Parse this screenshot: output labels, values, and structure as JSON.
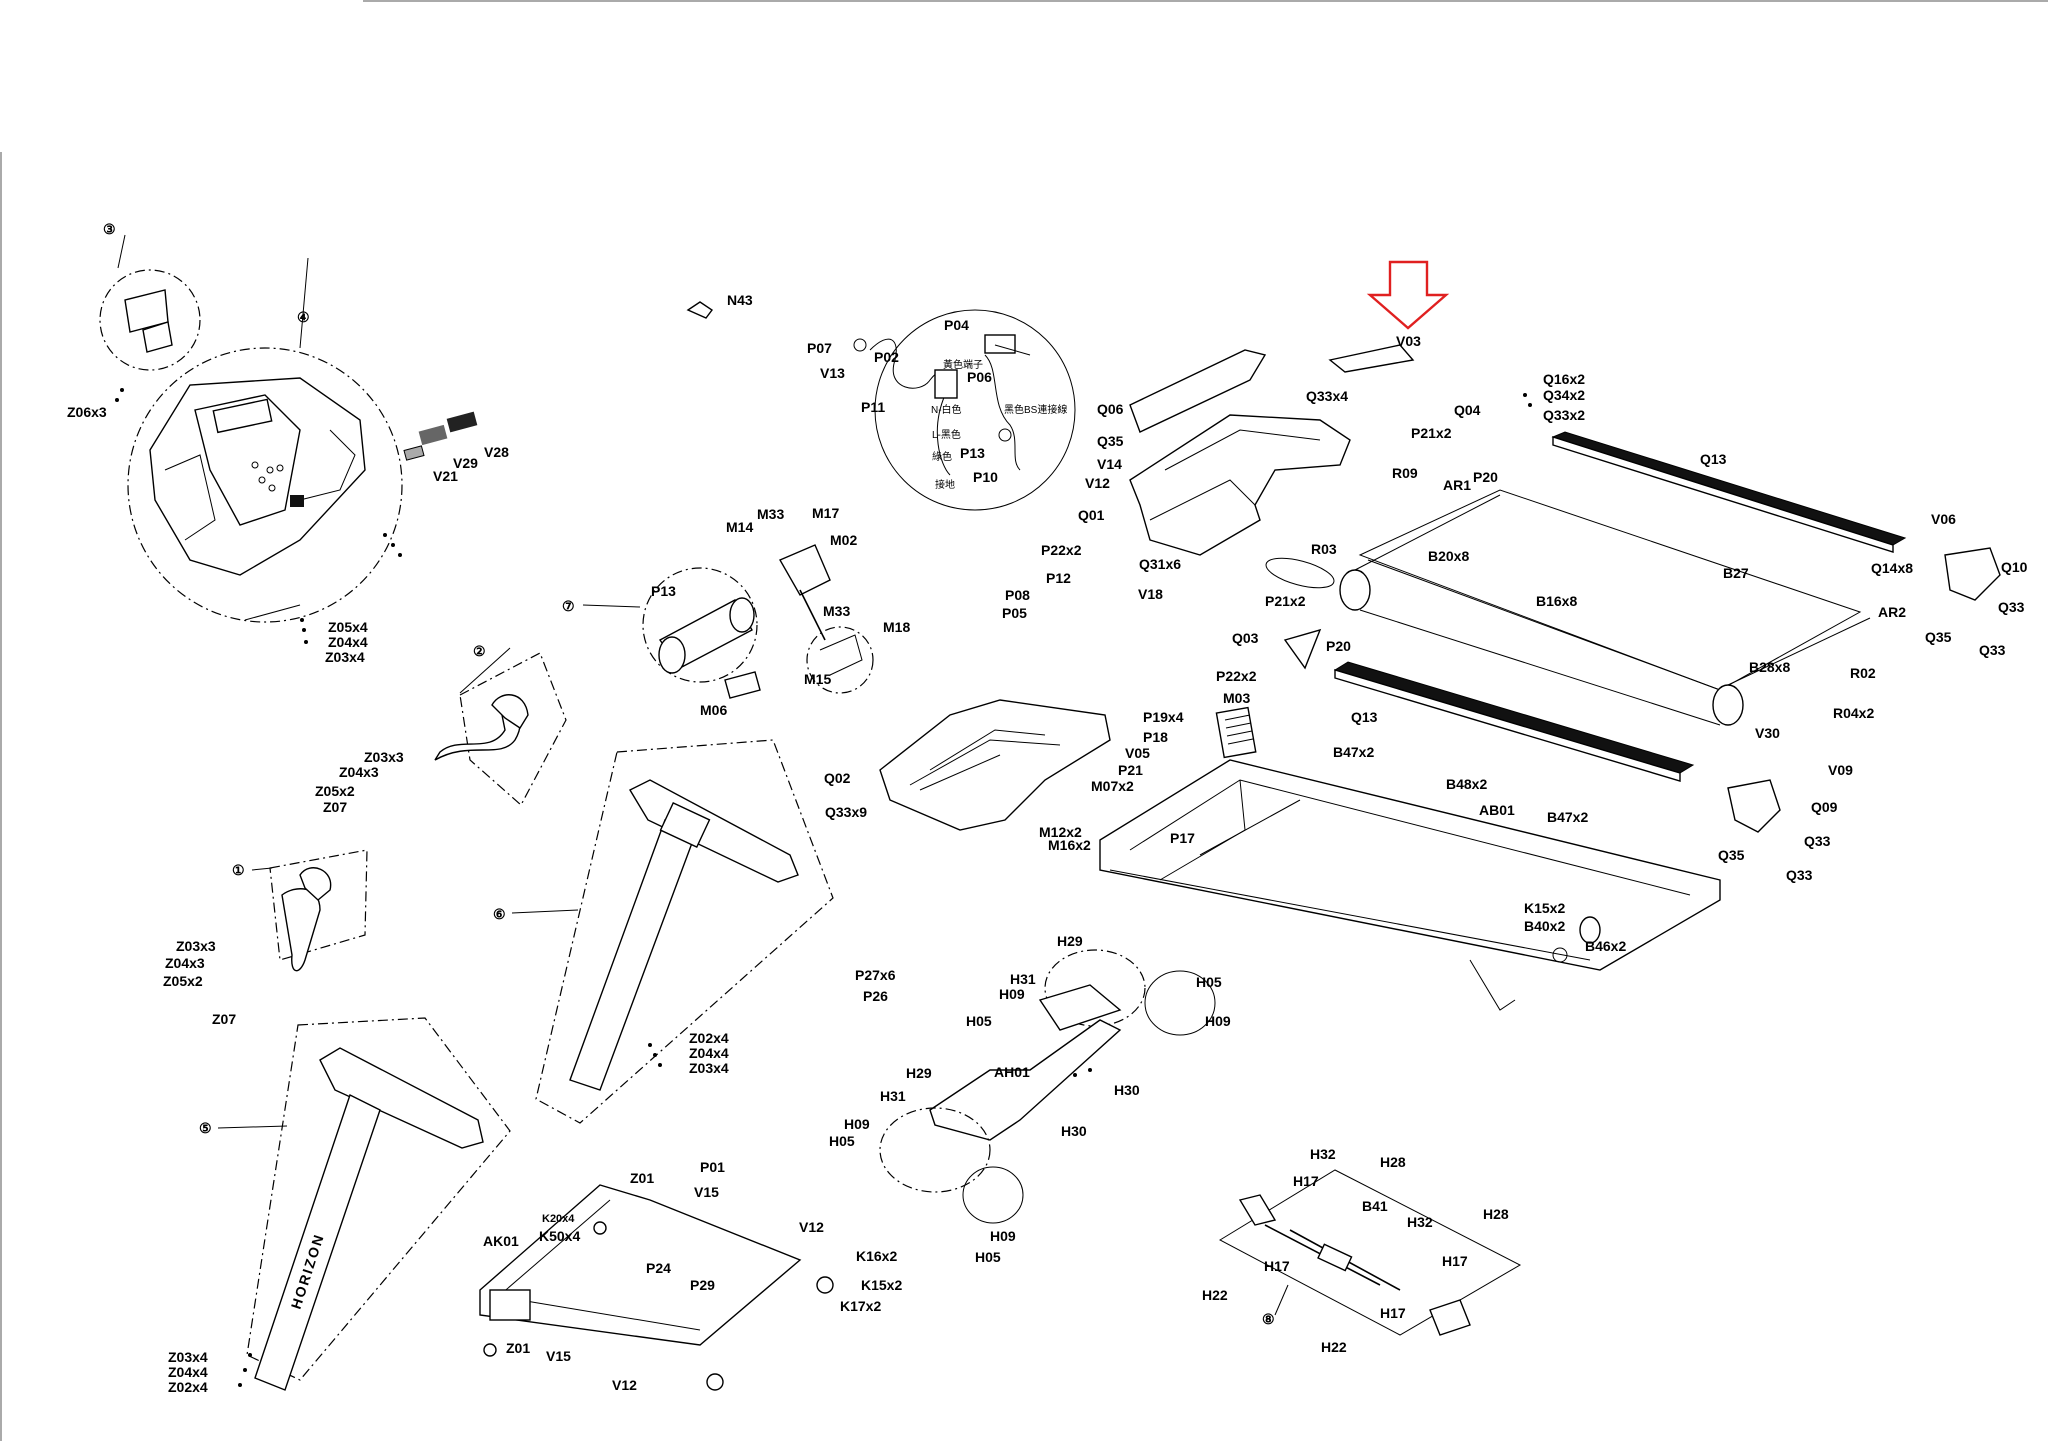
{
  "brand_text": "HORIZON",
  "assembly_numbers": [
    "①",
    "②",
    "③",
    "④",
    "⑤",
    "⑥",
    "⑦",
    "⑧"
  ],
  "part_labels": {
    "N43": "N43",
    "P04": "P04",
    "P07": "P07",
    "P02": "P02",
    "V13": "V13",
    "P06": "P06",
    "P11": "P11",
    "P13": "P13",
    "P10": "P10",
    "Z06x3": "Z06x3",
    "V28": "V28",
    "V29": "V29",
    "V21": "V21",
    "Z05x4": "Z05x4",
    "Z04x4": "Z04x4",
    "Z03x4": "Z03x4",
    "M33a": "M33",
    "M17": "M17",
    "M14": "M14",
    "M02": "M02",
    "M33b": "M33",
    "M18": "M18",
    "M15": "M15",
    "P13m": "P13",
    "M06": "M06",
    "Z03x3a": "Z03x3",
    "Z04x3a": "Z04x3",
    "Z05x2a": "Z05x2",
    "Z07a": "Z07",
    "Z03x3b": "Z03x3",
    "Z04x3b": "Z04x3",
    "Z05x2b": "Z05x2",
    "Z07b": "Z07",
    "Q06": "Q06",
    "Q35a": "Q35",
    "V14": "V14",
    "V12a": "V12",
    "Q01": "Q01",
    "Q31x6": "Q31x6",
    "Q33x4": "Q33x4",
    "V03": "V03",
    "Q16x2": "Q16x2",
    "Q34x2": "Q34x2",
    "Q04": "Q04",
    "Q33x2": "Q33x2",
    "P21x2a": "P21x2",
    "P20a": "P20",
    "R09": "R09",
    "AR1": "AR1",
    "Q13a": "Q13",
    "V06": "V06",
    "Q10": "Q10",
    "Q14x8": "Q14x8",
    "B20x8": "B20x8",
    "R03": "R03",
    "B27": "B27",
    "P22x2a": "P22x2",
    "P12": "P12",
    "V18": "V18",
    "P08": "P08",
    "P05": "P05",
    "P21x2b": "P21x2",
    "B16x8": "B16x8",
    "AR2": "AR2",
    "Q33b": "Q33",
    "Q35b": "Q35",
    "Q33c": "Q33",
    "Q03": "Q03",
    "P20b": "P20",
    "B28x8": "B28x8",
    "R02": "R02",
    "P22x2b": "P22x2",
    "M03": "M03",
    "P19x4": "P19x4",
    "P18": "P18",
    "V05": "V05",
    "P21": "P21",
    "Q13b": "Q13",
    "V30": "V30",
    "R04x2": "R04x2",
    "B47x2a": "B47x2",
    "V09": "V09",
    "Q02": "Q02",
    "M07x2": "M07x2",
    "B48x2": "B48x2",
    "Q09": "Q09",
    "AB01": "AB01",
    "B47x2b": "B47x2",
    "Q33x9": "Q33x9",
    "Q33d": "Q33",
    "Q35c": "Q35",
    "Q33e": "Q33",
    "M12x2": "M12x2",
    "M16x2": "M16x2",
    "P17": "P17",
    "K15x2a": "K15x2",
    "B40x2": "B40x2",
    "B46x2": "B46x2",
    "Z02x4a": "Z02x4",
    "Z04x4a": "Z04x4",
    "Z03x4a": "Z03x4",
    "P27x6": "P27x6",
    "P26": "P26",
    "H29a": "H29",
    "H31a": "H31",
    "H09a": "H09",
    "H05a": "H05",
    "H05b": "H05",
    "H09b": "H09",
    "H29b": "H29",
    "AH01": "AH01",
    "H30a": "H30",
    "H31b": "H31",
    "H09c": "H09",
    "H05c": "H05",
    "H30b": "H30",
    "H09d": "H09",
    "H05d": "H05",
    "Z01a": "Z01",
    "P01": "P01",
    "V15a": "V15",
    "K20x4": "K20x4",
    "K50x4": "K50x4",
    "AK01": "AK01",
    "V12b": "V12",
    "P24": "P24",
    "P29": "P29",
    "K16x2": "K16x2",
    "K15x2b": "K15x2",
    "K17x2": "K17x2",
    "Z01b": "Z01",
    "V15b": "V15",
    "V12c": "V12",
    "Z03x4b": "Z03x4",
    "Z04x4b": "Z04x4",
    "Z02x4b": "Z02x4",
    "H32a": "H32",
    "H28a": "H28",
    "H17a": "H17",
    "B41": "B41",
    "H32b": "H32",
    "H28b": "H28",
    "H17b": "H17",
    "H17c": "H17",
    "H22a": "H22",
    "H17d": "H17",
    "H22b": "H22"
  },
  "wiring_notes": {
    "yellow_terminal": "黃色端子",
    "n_white": "N-白色",
    "l_black": "L-黑色",
    "green": "綠色",
    "ground": "接地",
    "black_bs": "黑色BS連接線"
  },
  "colors": {
    "highlight_arrow": "#e02020",
    "ink": "#000000",
    "paper": "#ffffff"
  }
}
